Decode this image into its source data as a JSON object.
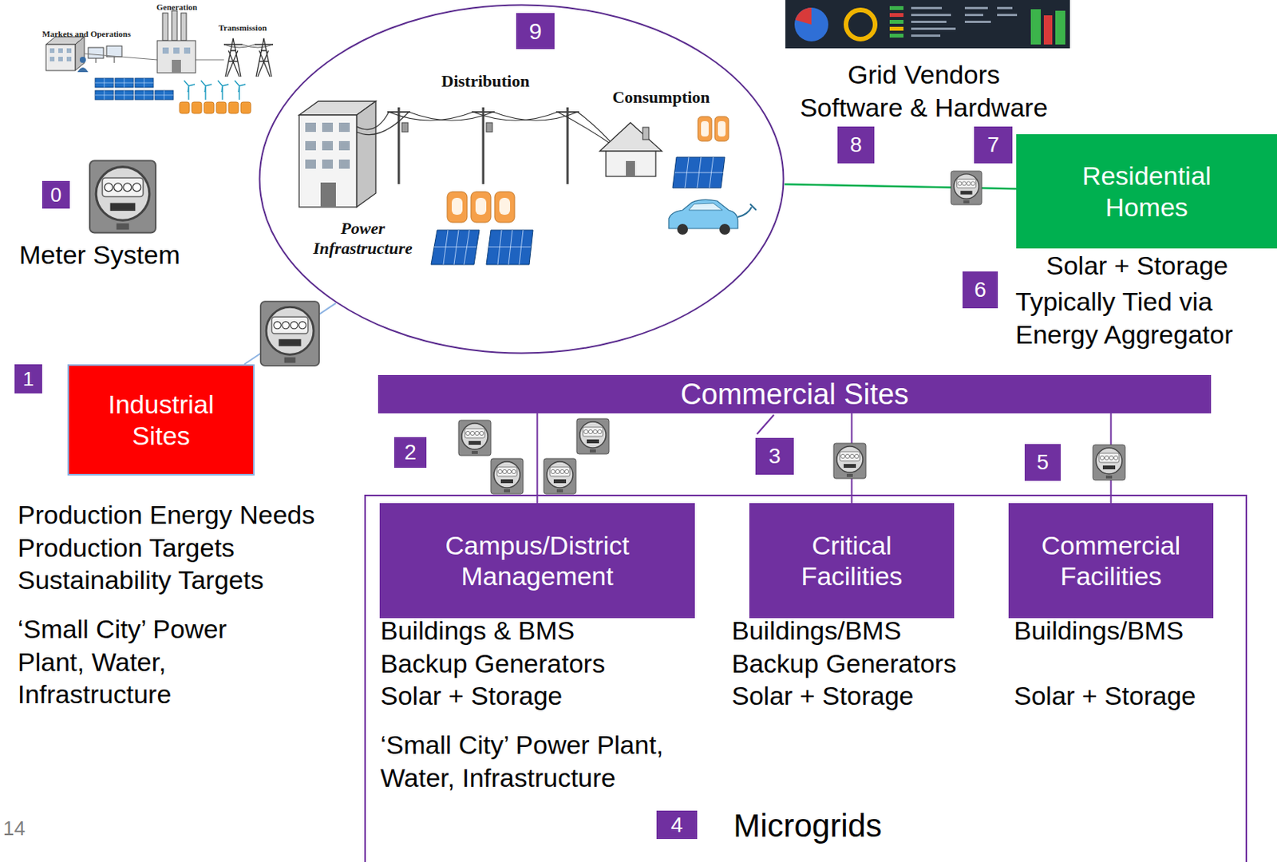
{
  "diagram": {
    "nodes": [
      {
        "text": [
          "Distribution",
          "Consumption",
          "Power Infrastructure"
        ]
      },
      {
        "text": [
          "Residential Homes"
        ]
      },
      {
        "text": [
          "Industrial Sites"
        ]
      },
      {
        "text": [
          "Commercial Sites"
        ]
      },
      {
        "text": [
          "Microgrids"
        ]
      },
      {
        "text": [
          "Campus/District Management"
        ],
        "in": 4
      },
      {
        "text": [
          "Critical Facilities"
        ],
        "in": 4
      },
      {
        "text": [
          "Commercial Facilities"
        ],
        "in": 4
      }
    ],
    "edges": [
      {
        "from": 2,
        "to": 0,
        "arrow": "none"
      },
      {
        "from": 0,
        "to": 1,
        "arrow": "none"
      },
      {
        "from": 3,
        "to": 5,
        "arrow": "none"
      },
      {
        "from": 3,
        "to": 6,
        "arrow": "none"
      },
      {
        "from": 3,
        "to": 7,
        "arrow": "none"
      }
    ],
    "labels": [
      "Markets and Operations",
      "Generation",
      "Transmission",
      "9",
      "Grid Vendors Software & Hardware",
      "0",
      "Meter System",
      "8",
      "7",
      "Solar + Storage",
      "6",
      "Typically Tied via Energy Aggregator",
      "1",
      "2",
      "3",
      "5",
      "Production Energy Needs",
      "Production Targets",
      "Sustainability Targets",
      "‘Small City’ Power Plant, Water, Infrastructure",
      "Buildings & BMS",
      "Backup Generators",
      "Solar + Storage",
      "‘Small City’ Power Plant, Water, Infrastructure",
      "Buildings/BMS",
      "Backup Generators",
      "Solar + Storage",
      "Buildings/BMS",
      "Solar + Storage",
      "14",
      "4"
    ]
  }
}
